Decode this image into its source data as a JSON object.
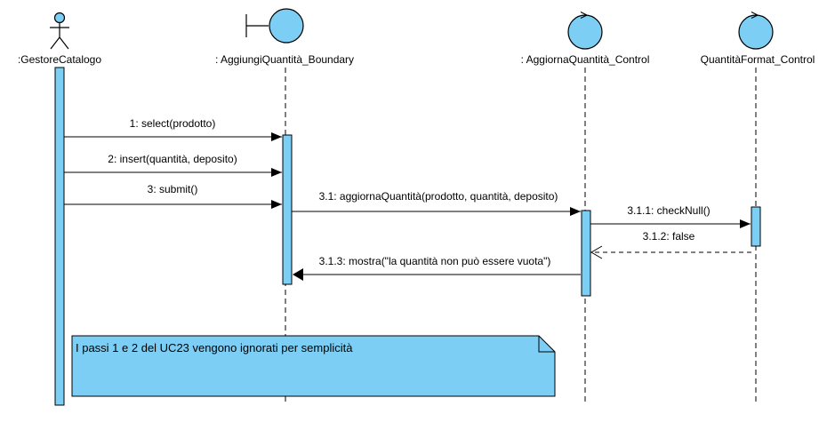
{
  "diagram": {
    "type": "UML sequence diagram",
    "colors": {
      "fill": "#7ccef4",
      "line": "#000000",
      "background": "#ffffff"
    },
    "participants": [
      {
        "id": "actor",
        "kind": "actor",
        "name": ":GestoreCatalogo"
      },
      {
        "id": "boundary",
        "kind": "boundary",
        "name": ": AggiungiQuantità_Boundary"
      },
      {
        "id": "control",
        "kind": "control",
        "name": ": AggiornaQuantità_Control"
      },
      {
        "id": "format",
        "kind": "control",
        "name": "QuantitàFormat_Control"
      }
    ],
    "messages": [
      {
        "label": "1: select(prodotto)",
        "from": "actor",
        "to": "boundary",
        "style": "sync"
      },
      {
        "label": "2: insert(quantità, deposito)",
        "from": "actor",
        "to": "boundary",
        "style": "sync"
      },
      {
        "label": "3: submit()",
        "from": "actor",
        "to": "boundary",
        "style": "sync"
      },
      {
        "label": "3.1: aggiornaQuantità(prodotto, quantità, deposito)",
        "from": "boundary",
        "to": "control",
        "style": "sync"
      },
      {
        "label": "3.1.1: checkNull()",
        "from": "control",
        "to": "format",
        "style": "sync"
      },
      {
        "label": "3.1.2: false",
        "from": "format",
        "to": "control",
        "style": "return"
      },
      {
        "label": "3.1.3: mostra(\"la quantità non può essere vuota\")",
        "from": "control",
        "to": "boundary",
        "style": "sync"
      }
    ],
    "note": {
      "text": "I passi 1 e 2 del UC23 vengono ignorati per semplicità"
    }
  }
}
